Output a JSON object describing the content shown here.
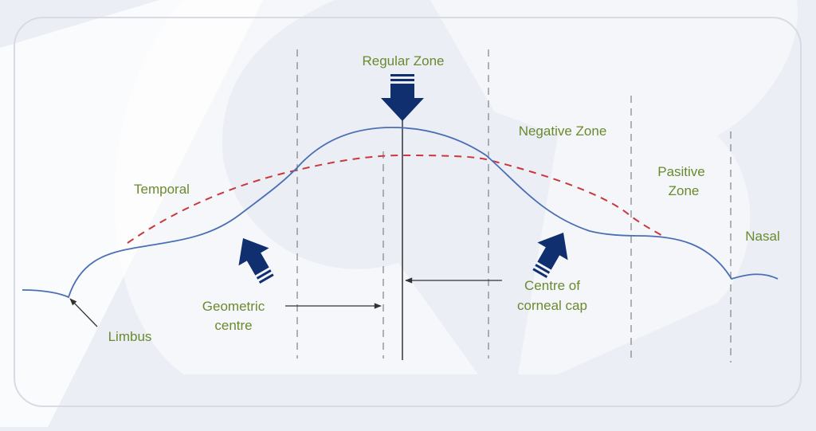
{
  "labels": {
    "regular_zone": "Regular Zone",
    "negative_zone": "Negative Zone",
    "positive_zone_line1": "Pasitive",
    "positive_zone_line2": "Zone",
    "temporal": "Temporal",
    "nasal": "Nasal",
    "limbus": "Limbus",
    "geometric_centre_line1": "Geometric",
    "geometric_centre_line2": "centre",
    "corneal_cap_line1": "Centre of",
    "corneal_cap_line2": "corneal cap"
  },
  "colors": {
    "text": "#6a8a2e",
    "cornea_curve": "#4a6fb5",
    "reference_curve": "#c9383a",
    "arrow": "#0f2f6e",
    "background": "#eceef5"
  }
}
